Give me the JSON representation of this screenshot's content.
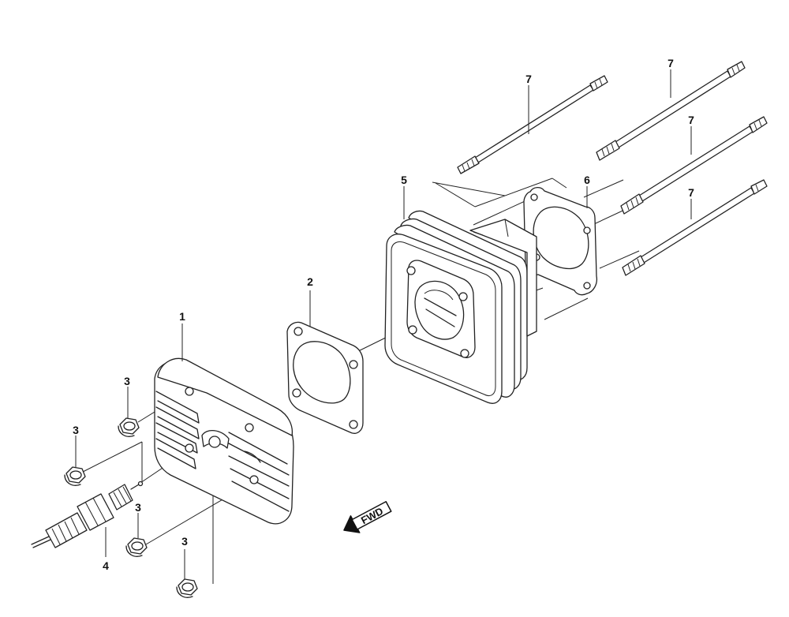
{
  "callouts": {
    "c1": "1",
    "c2": "2",
    "c3a": "3",
    "c3b": "3",
    "c3c": "3",
    "c3d": "3",
    "c4": "4",
    "c5": "5",
    "c6": "6",
    "c7a": "7",
    "c7b": "7",
    "c7c": "7",
    "c7d": "7"
  },
  "fwd_arrow": {
    "text": "FWD"
  }
}
